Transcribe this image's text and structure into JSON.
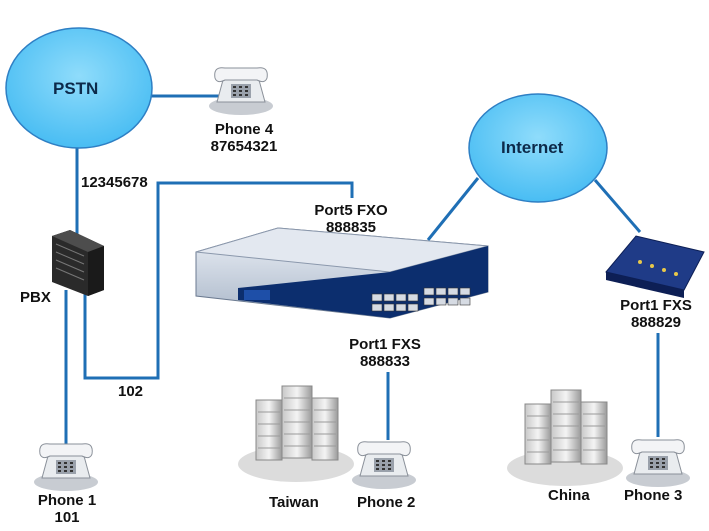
{
  "clouds": {
    "pstn": "PSTN",
    "internet": "Internet"
  },
  "devices": {
    "pbx": "PBX",
    "phone4": {
      "name": "Phone 4",
      "number": "87654321"
    },
    "phone1": {
      "name": "Phone 1",
      "number": "101"
    },
    "phone2": {
      "name": "Phone 2"
    },
    "phone3": {
      "name": "Phone 3"
    },
    "gateway_fxo": {
      "port": "Port5 FXO",
      "number": "888835"
    },
    "gateway_fxs": {
      "port": "Port1 FXS",
      "number": "888833"
    },
    "remote_fxs": {
      "port": "Port1 FXS",
      "number": "888829"
    },
    "taiwan": "Taiwan",
    "china": "China"
  },
  "links": {
    "pstn_pbx": "12345678",
    "pbx_gateway": "102"
  },
  "colors": {
    "link": "#1f6fb5",
    "cloud": "#5ec8f7",
    "cloud_edge": "#2e7fc4"
  }
}
